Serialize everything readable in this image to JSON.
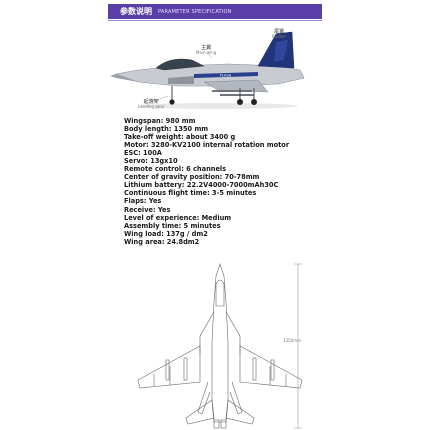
{
  "header": {
    "title": "参数说明",
    "subtitle": "PARAMETER SPECIFICATION",
    "bar_color": "#5b3fa8"
  },
  "photo": {
    "callouts": {
      "main_wing_cn": "主翼",
      "main_wing_en": "Main wing",
      "rudder_cn": "尾翼",
      "rudder_en": "Rudder",
      "landing_gear_cn": "起落架",
      "landing_gear_en": "Landing gear"
    }
  },
  "specs": [
    "Wingspan: 980 mm",
    "Body length: 1350 mm",
    "Take-off weight: about 3400 g",
    "Motor: 3280-KV2100 internal rotation motor",
    "ESC: 100A",
    "Servo: 13gx10",
    "Remote control: 6 channels",
    "Center of gravity position: 70-78mm",
    "Lithium battery: 22.2V4000-7000mAh30C",
    "Continuous flight time: 3-5 minutes",
    "Flaps: Yes",
    "Receive: Yes",
    "Level of experience: Medium",
    "Assembly time: 5 minutes",
    "Wing load: 137g / dm2",
    "Wing area: 24.8dm2"
  ],
  "drawing": {
    "dimension_label": "1350mm"
  }
}
